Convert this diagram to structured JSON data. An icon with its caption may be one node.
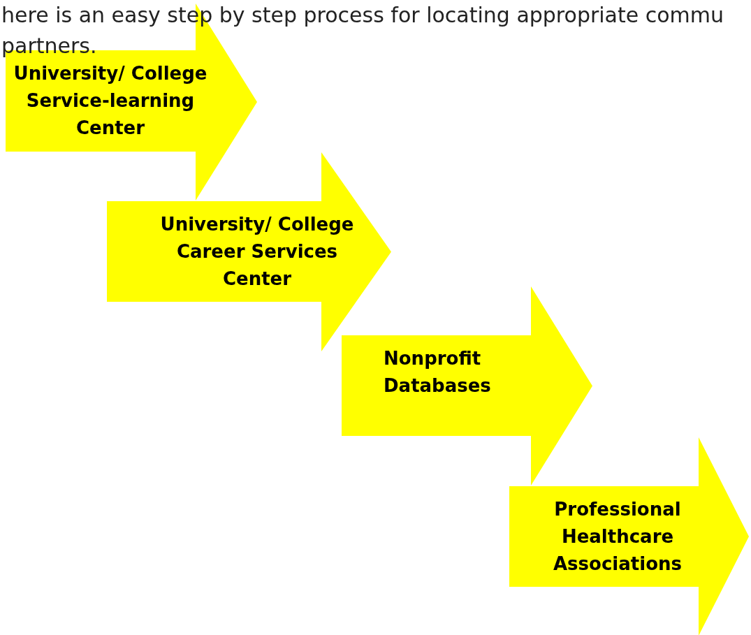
{
  "diagram": {
    "nodes": [
      {
        "text": [
          "University/ College Service-learning Center"
        ]
      },
      {
        "text": [
          "University/ College Career Services Center"
        ]
      },
      {
        "text": [
          "Nonprofit Databases"
        ]
      },
      {
        "text": [
          "Professional Healthcare Associations"
        ]
      }
    ],
    "labels": [
      "here is an easy step by step process for locating appropriate commu partners."
    ]
  }
}
